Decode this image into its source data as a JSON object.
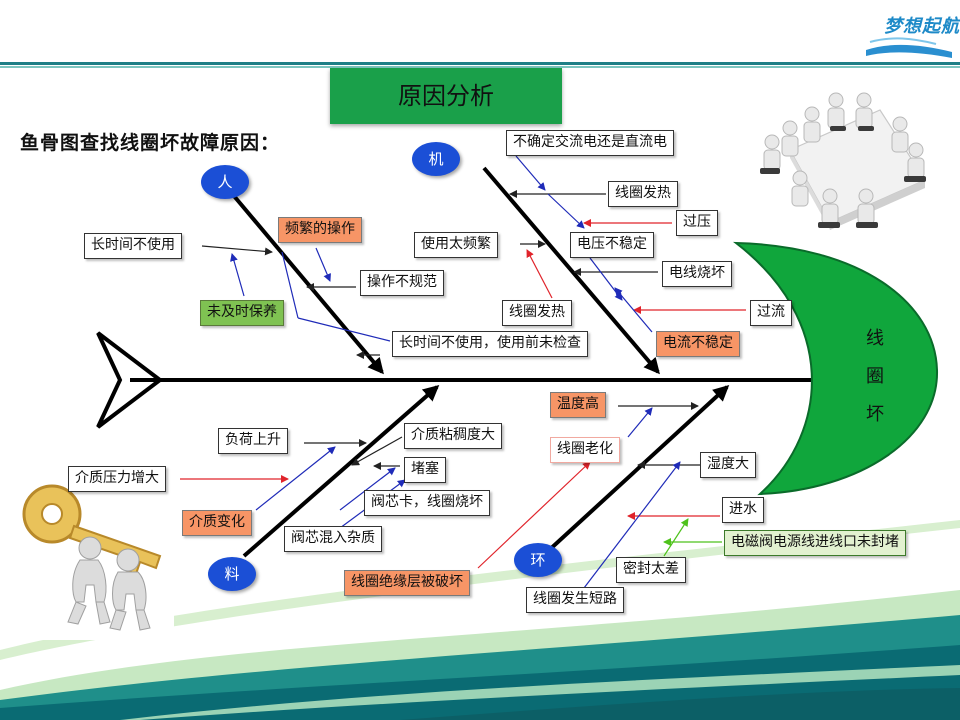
{
  "slide": {
    "title": "原因分析",
    "subtitle": "鱼骨图查找线圈坏故障原因：",
    "logo_text": "梦想起航"
  },
  "fishbone": {
    "problem": "线圈坏",
    "categories": {
      "people": "人",
      "machine": "机",
      "material": "料",
      "environment": "环"
    },
    "people_causes": [
      "长时间不使用",
      "频繁的操作",
      "操作不规范",
      "未及时保养",
      "长时间不使用，使用前未检查"
    ],
    "machine_causes": [
      "不确定交流电还是直流电",
      "线圈发热",
      "过压",
      "使用太频繁",
      "电压不稳定",
      "电线烧坏",
      "线圈发热",
      "过流",
      "电流不稳定"
    ],
    "material_causes": [
      "负荷上升",
      "介质粘稠度大",
      "介质压力增大",
      "堵塞",
      "阀芯卡，线圈烧坏",
      "介质变化",
      "阀芯混入杂质"
    ],
    "environment_causes": [
      "温度高",
      "线圈老化",
      "湿度大",
      "进水",
      "电磁阀电源线进线口未封堵",
      "密封太差",
      "线圈绝缘层被破坏",
      "线圈发生短路"
    ]
  },
  "colors": {
    "title_bg": "#1aa04a",
    "fish_head": "#10a63c",
    "category_circle": "#1b4fd6",
    "highlight_orange": "#f79566",
    "highlight_green": "#7fc252",
    "arrow_blue": "#1f2bb8",
    "arrow_red": "#e0242b"
  },
  "icons": {
    "meeting": "conference-table-figures",
    "key": "figures-carrying-key"
  }
}
